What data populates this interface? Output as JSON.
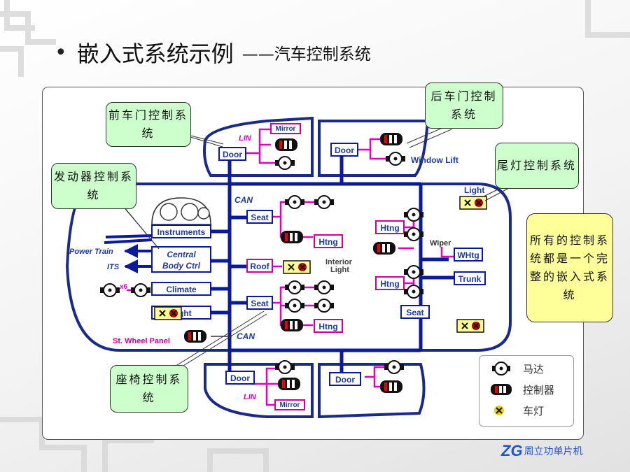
{
  "slide": {
    "bullet": "•",
    "title_main": "嵌入式系统示例",
    "title_sub": "——汽车控制系统"
  },
  "diagram": {
    "labels": {
      "lin_top": "LIN",
      "lin_bottom": "LIN",
      "can_top": "CAN",
      "can_bottom": "CAN",
      "mirror_top": "Mirror",
      "mirror_bottom": "Mirror",
      "door_fl": "Door",
      "door_rl": "Door",
      "door_bl": "Door",
      "door_br": "Door",
      "window_lift": "Window Lift",
      "light_tail": "Light",
      "instruments": "Instruments",
      "power_train": "Power Train",
      "its": "ITS",
      "central_line1": "Central",
      "central_line2": "Body Ctrl",
      "climate": "Climate",
      "x6": "x6",
      "light_left": "Light",
      "st_wheel": "St. Wheel Panel",
      "seat_front": "Seat",
      "seat_bottom": "Seat",
      "seat_rear": "Seat",
      "roof": "Roof",
      "interior_line1": "Interior",
      "interior_line2": "Light",
      "htng_front": "Htng",
      "htng_bottom": "Htng",
      "htng_rear_top": "Htng",
      "htng_rear_bottom": "Htng",
      "wiper": "Wiper",
      "whtg": "WHtg",
      "trunk": "Trunk"
    }
  },
  "callouts": {
    "front_door": "前车门控制系统",
    "rear_door": "后车门控制系统",
    "engine": "发动器控制系统",
    "tail_light": "尾灯控制系统",
    "seat": "座椅控制系统"
  },
  "note": "所有的控制系统都是一个完整的嵌入式系统",
  "legend": {
    "motor": "马达",
    "controller": "控制器",
    "lamp": "车灯"
  },
  "logo": {
    "mark": "ZG",
    "text": "周立功单片机"
  },
  "colors": {
    "bus": "#0a1a9a",
    "outline": "#1a2a8a",
    "lin": "#e000c0",
    "label_text": "#1e3aa0",
    "box_border": "#cc0099",
    "callout_fill": "#ccffcc",
    "note_fill": "#ffff99",
    "lamp": "#e8d000",
    "lamp_dot": "#cc0000"
  }
}
